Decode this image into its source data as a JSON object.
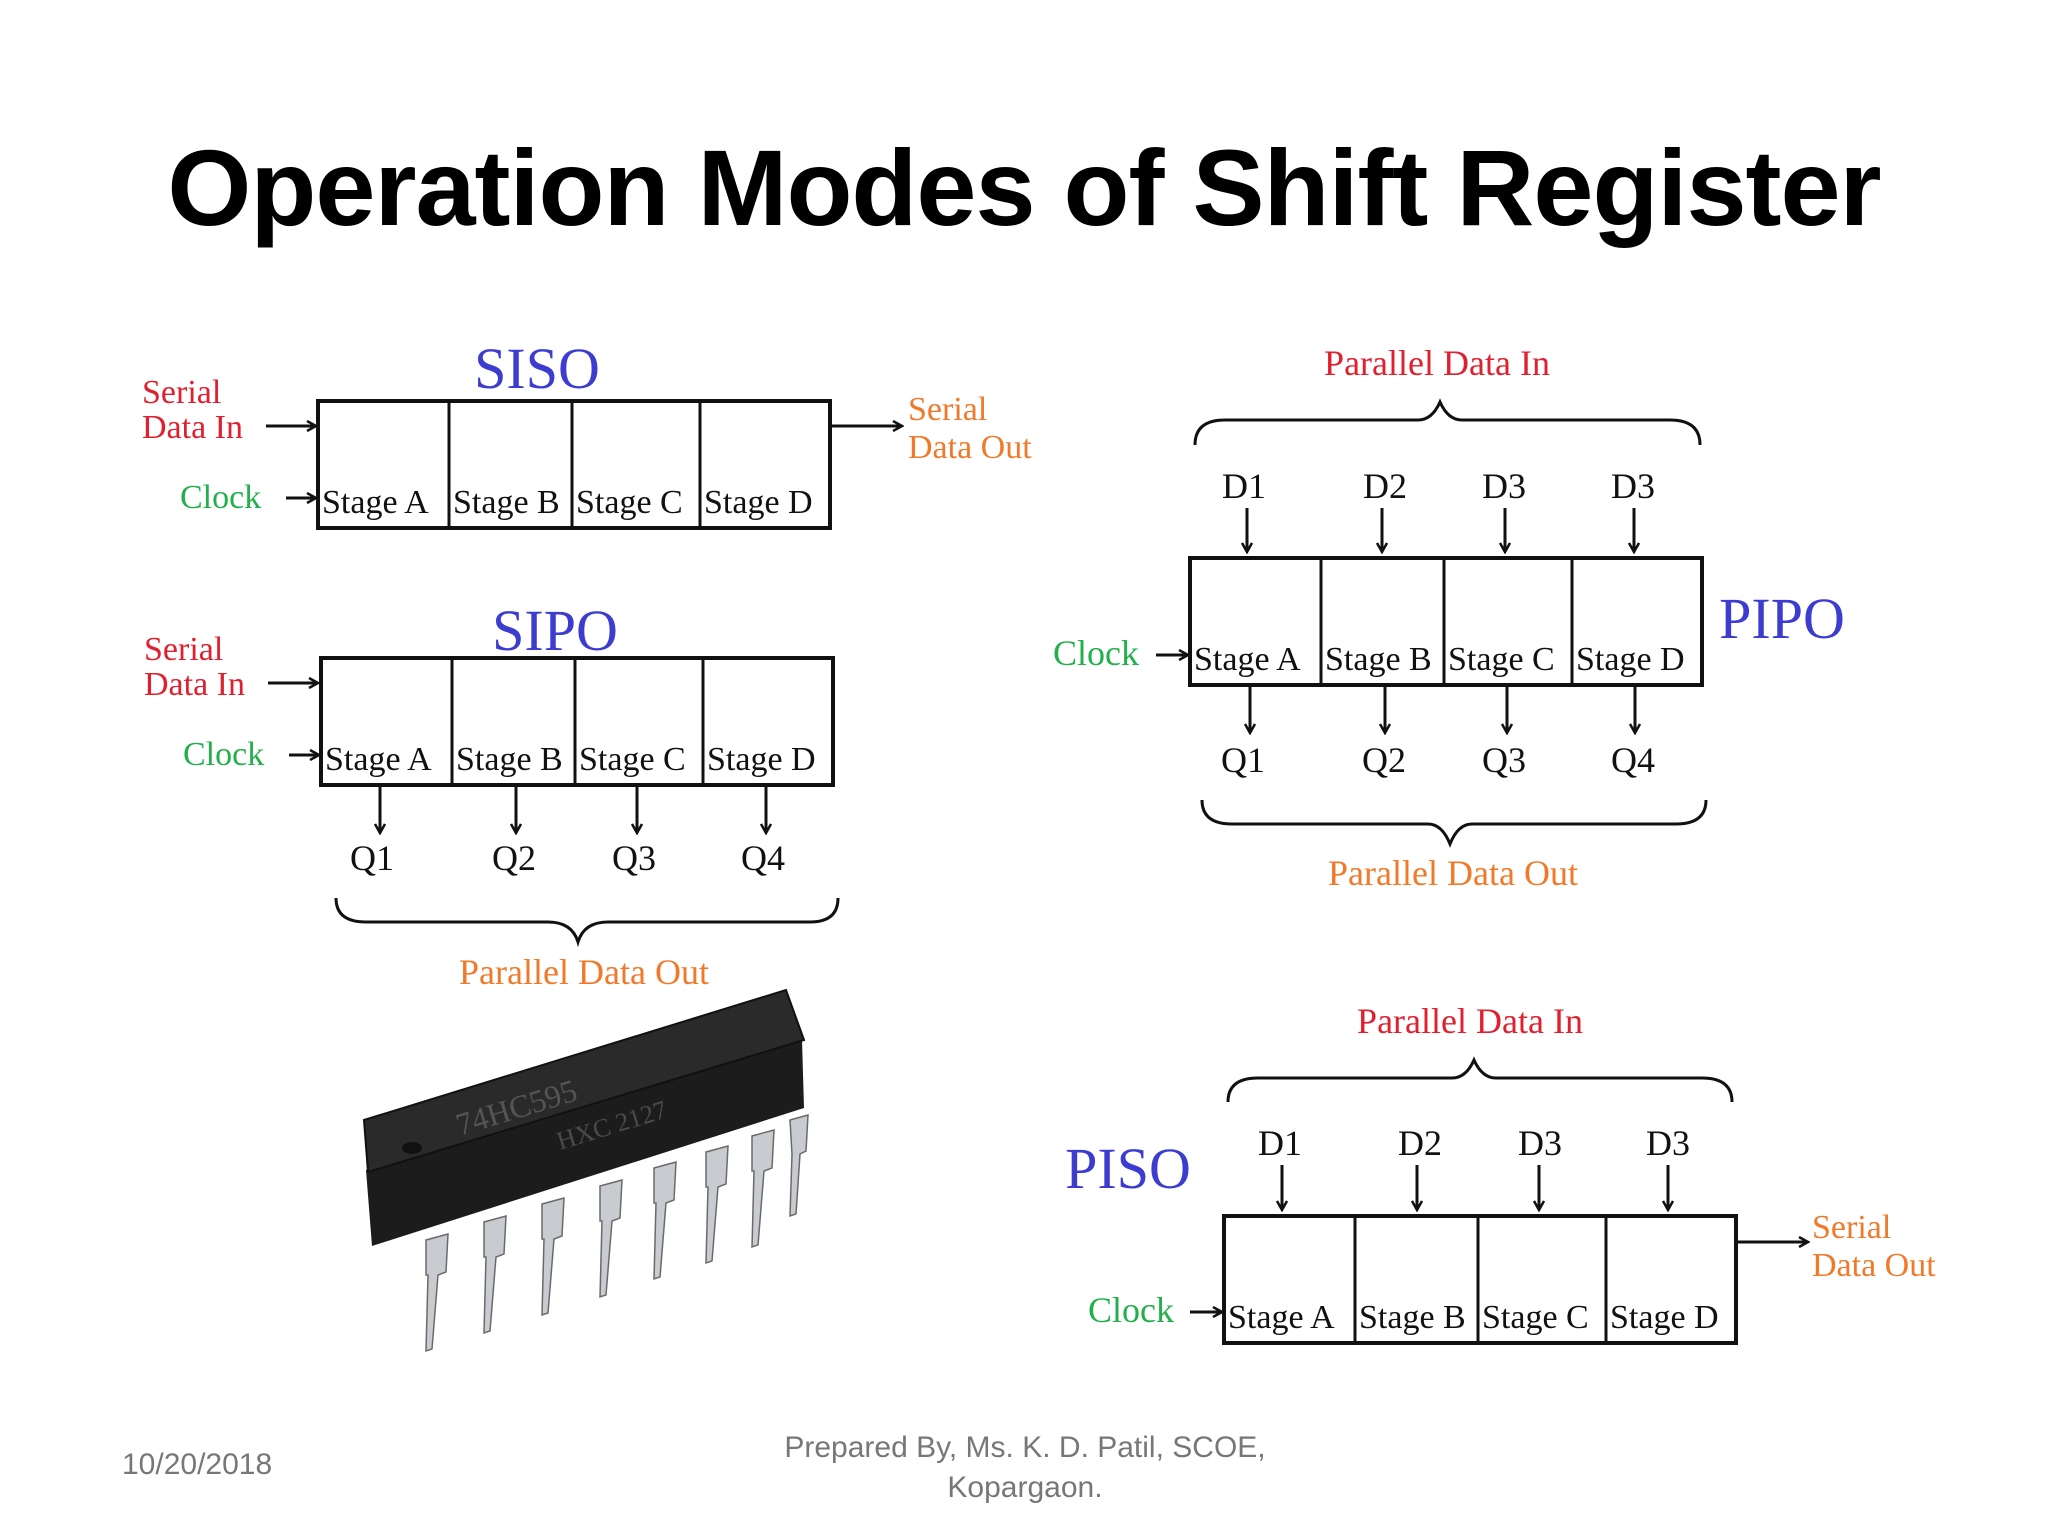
{
  "title": "Operation Modes of Shift Register",
  "colors": {
    "mode_title": "#3c3cd0",
    "serial_in": "#e0202e",
    "clock": "#22b04a",
    "data_out": "#f07a2a",
    "line": "#111111"
  },
  "stage_labels": [
    "Stage A",
    "Stage B",
    "Stage C",
    "Stage D"
  ],
  "siso": {
    "title": "SISO",
    "input_line1": "Serial",
    "input_line2": "Data In",
    "clock": "Clock",
    "output_line1": "Serial",
    "output_line2": "Data Out"
  },
  "sipo": {
    "title": "SIPO",
    "input_line1": "Serial",
    "input_line2": "Data In",
    "clock": "Clock",
    "outputs": [
      "Q1",
      "Q2",
      "Q3",
      "Q4"
    ],
    "output_label": "Parallel Data Out"
  },
  "pipo": {
    "title": "PIPO",
    "input_label": "Parallel Data In",
    "inputs": [
      "D1",
      "D2",
      "D3",
      "D3"
    ],
    "clock": "Clock",
    "outputs": [
      "Q1",
      "Q2",
      "Q3",
      "Q4"
    ],
    "output_label": "Parallel Data Out"
  },
  "piso": {
    "title": "PISO",
    "input_label": "Parallel Data In",
    "inputs": [
      "D1",
      "D2",
      "D3",
      "D3"
    ],
    "clock": "Clock",
    "output_line1": "Serial",
    "output_line2": "Data Out"
  },
  "chip": {
    "marking_line1": "74HC595",
    "marking_line2": "HXC 2127"
  },
  "footer": {
    "date": "10/20/2018",
    "credit_line1": "Prepared By, Ms. K. D. Patil, SCOE,",
    "credit_line2": "Kopargaon."
  }
}
